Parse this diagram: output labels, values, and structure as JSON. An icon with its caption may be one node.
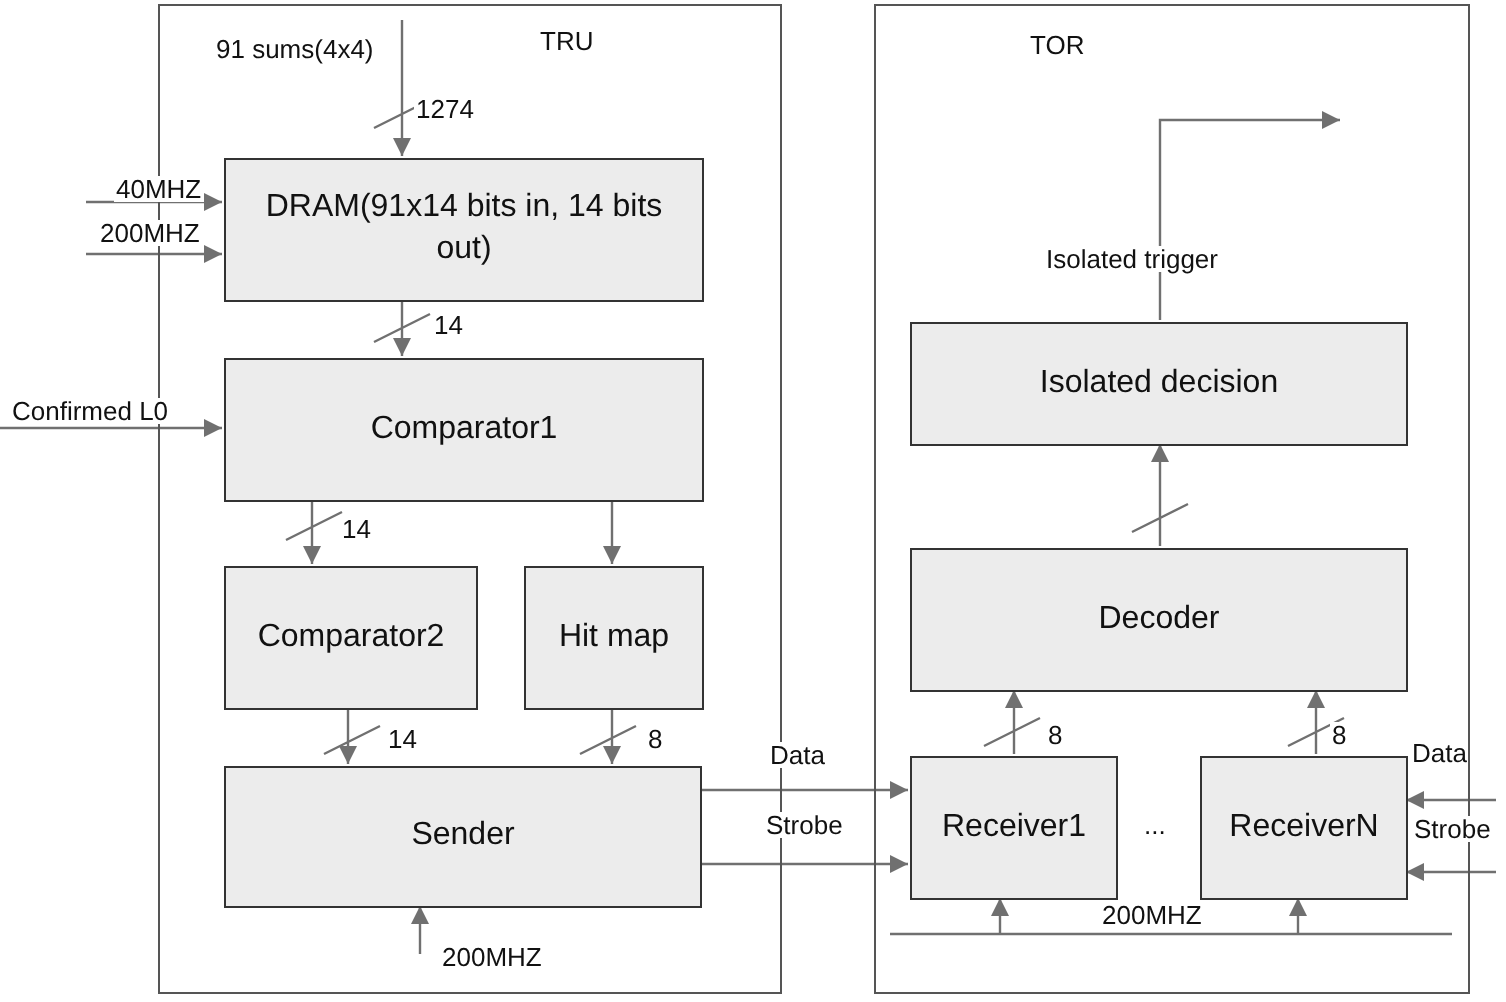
{
  "diagram": {
    "nodes": [
      {
        "text": [
          "TRU"
        ]
      },
      {
        "text": [
          "TOR"
        ]
      },
      {
        "text": [
          "DRAM(91x14 bits in, 14 bits out)"
        ],
        "in": 0
      },
      {
        "text": [
          "Comparator1"
        ],
        "in": 0
      },
      {
        "text": [
          "Comparator2"
        ],
        "in": 0
      },
      {
        "text": [
          "Hit map"
        ],
        "in": 0
      },
      {
        "text": [
          "Sender"
        ],
        "in": 0
      },
      {
        "text": [
          "Isolated decision"
        ],
        "in": 1
      },
      {
        "text": [
          "Decoder"
        ],
        "in": 1
      },
      {
        "text": [
          "Receiver1"
        ],
        "in": 1
      },
      {
        "text": [
          "ReceiverN"
        ],
        "in": 1
      }
    ],
    "edges": [
      {
        "from": null,
        "to": 2,
        "arrow": "to",
        "label": "1274"
      },
      {
        "from": null,
        "to": 2,
        "arrow": "to",
        "label": "40MHZ"
      },
      {
        "from": null,
        "to": 2,
        "arrow": "to",
        "label": "200MHZ"
      },
      {
        "from": 2,
        "to": 3,
        "arrow": "to",
        "label": "14"
      },
      {
        "from": null,
        "to": 3,
        "arrow": "to",
        "label": "Confirmed L0"
      },
      {
        "from": 3,
        "to": 4,
        "arrow": "to",
        "label": "14"
      },
      {
        "from": 3,
        "to": 5,
        "arrow": "to"
      },
      {
        "from": 4,
        "to": 6,
        "arrow": "to",
        "label": "14"
      },
      {
        "from": 5,
        "to": 6,
        "arrow": "to",
        "label": "8"
      },
      {
        "from": null,
        "to": 6,
        "arrow": "to",
        "label": "200MHZ"
      },
      {
        "from": 6,
        "to": 9,
        "arrow": "to",
        "label": "Data"
      },
      {
        "from": 6,
        "to": 9,
        "arrow": "to",
        "label": "Strobe"
      },
      {
        "from": null,
        "to": 10,
        "arrow": "to",
        "label": "Data"
      },
      {
        "from": null,
        "to": 10,
        "arrow": "to",
        "label": "Strobe"
      },
      {
        "from": null,
        "to": 9,
        "arrow": "to"
      },
      {
        "from": null,
        "to": 10,
        "arrow": "to"
      },
      {
        "from": 9,
        "to": 8,
        "arrow": "to",
        "label": "8"
      },
      {
        "from": 10,
        "to": 8,
        "arrow": "to",
        "label": "8"
      },
      {
        "from": 8,
        "to": 7,
        "arrow": "to"
      },
      {
        "from": 7,
        "to": null,
        "arrow": "to",
        "label": "Isolated trigger"
      }
    ],
    "labels": [
      "91 sums(4x4)",
      "...",
      "200MHZ"
    ]
  }
}
